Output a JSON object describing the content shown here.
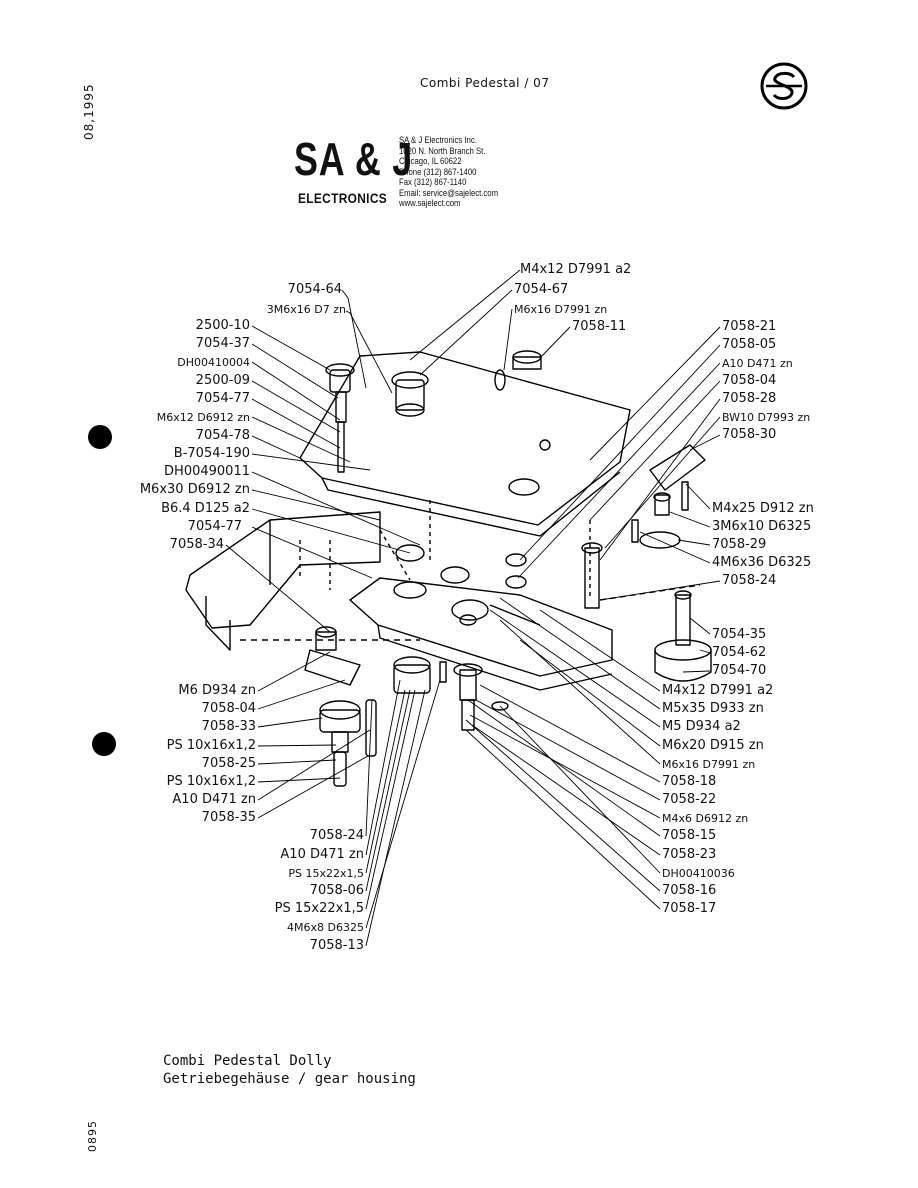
{
  "header": {
    "title": "Combi Pedestal / 07"
  },
  "side": {
    "date": "08,1995",
    "code": "0895"
  },
  "company": {
    "logo_text": "SA & J",
    "logo_sub": "ELECTRONICS",
    "address_lines": [
      "SA & J Electronics Inc.",
      "1020 N. North Branch St.",
      "Chicago, IL 60622",
      "Phone (312) 867-1400",
      "Fax (312) 867-1140",
      "Email: service@sajelect.com",
      "www.sajelect.com"
    ]
  },
  "labels": {
    "left": [
      "7054-64",
      "3M6x16 D7 zn",
      "2500-10",
      "7054-37",
      "DH00410004",
      "2500-09",
      "7054-77",
      "M6x12 D6912 zn",
      "7054-78",
      "B-7054-190",
      "DH00490011",
      "M6x30 D6912 zn",
      "B6.4 D125 a2",
      "7054-77",
      "7058-34"
    ],
    "top": [
      "M4x12 D7991 a2",
      "7054-67",
      "M6x16 D7991 zn",
      "7058-11"
    ],
    "right": [
      "7058-21",
      "7058-05",
      "A10 D471 zn",
      "7058-04",
      "7058-28",
      "BW10 D7993 zn",
      "7058-30",
      "M4x25 D912 zn",
      "3M6x10 D6325",
      "7058-29",
      "4M6x36 D6325",
      "7058-24",
      "7054-35",
      "7054-62",
      "7054-70",
      "M4x12 D7991 a2",
      "M5x35 D933 zn",
      "M5 D934 a2",
      "M6x20 D915 zn",
      "M6x16 D7991 zn",
      "7058-18",
      "7058-22",
      "M4x6 D6912 zn",
      "7058-15",
      "7058-23",
      "DH00410036",
      "7058-16",
      "7058-17"
    ],
    "bottom_left": [
      "M6 D934 zn",
      "7058-04",
      "7058-33",
      "PS 10x16x1,2",
      "7058-25",
      "PS 10x16x1,2",
      "A10 D471 zn",
      "7058-35"
    ],
    "bottom_center": [
      "7058-24",
      "A10 D471 zn",
      "PS 15x22x1,5",
      "7058-06",
      "PS 15x22x1,5",
      "4M6x8 D6325",
      "7058-13"
    ]
  },
  "caption": {
    "line1": "Combi Pedestal Dolly",
    "line2": "Getriebegehäuse / gear housing"
  }
}
